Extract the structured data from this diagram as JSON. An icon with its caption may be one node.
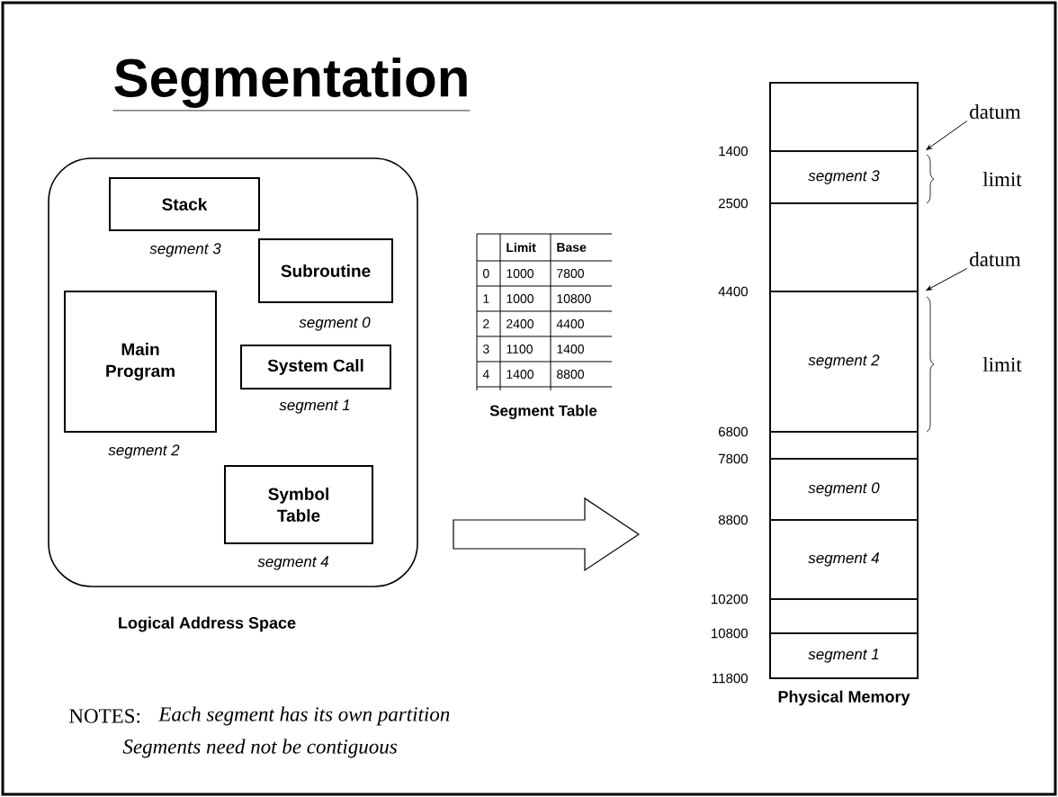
{
  "diagram": {
    "title": "Segmentation",
    "nodes": [
      {
        "text": [
          "Logical Address Space"
        ]
      },
      {
        "text": [
          "Stack"
        ],
        "in": 0,
        "beside": [
          "segment 3"
        ]
      },
      {
        "text": [
          "Subroutine"
        ],
        "in": 0,
        "beside": [
          "segment 0"
        ]
      },
      {
        "text": [
          "Main Program"
        ],
        "in": 0,
        "beside": [
          "segment 2"
        ]
      },
      {
        "text": [
          "System Call"
        ],
        "in": 0,
        "beside": [
          "segment 1"
        ]
      },
      {
        "text": [
          "Symbol Table"
        ],
        "in": 0,
        "beside": [
          "segment 4"
        ]
      },
      {
        "text": [
          "Physical Memory"
        ]
      },
      {
        "text": [],
        "shape": "box",
        "in": 6
      },
      {
        "text": [
          "segment 3"
        ],
        "in": 6
      },
      {
        "text": [],
        "shape": "box",
        "in": 6
      },
      {
        "text": [
          "segment 2"
        ],
        "in": 6
      },
      {
        "text": [],
        "shape": "box",
        "in": 6
      },
      {
        "text": [
          "segment 0"
        ],
        "in": 6
      },
      {
        "text": [
          "segment 4"
        ],
        "in": 6
      },
      {
        "text": [],
        "shape": "box",
        "in": 6
      },
      {
        "text": [
          "segment 1"
        ],
        "in": 6
      },
      {
        "text": [
          "datum"
        ]
      },
      {
        "text": [
          "datum"
        ]
      }
    ],
    "edges": [
      {
        "from": 0,
        "to": 6,
        "arrow": "to"
      },
      {
        "from": 16,
        "to": 8,
        "arrow": "to"
      },
      {
        "from": 17,
        "to": 10,
        "arrow": "to"
      }
    ],
    "labels": [
      "Limit",
      "Base",
      "0",
      "1000",
      "7800",
      "1",
      "1000",
      "10800",
      "2",
      "2400",
      "4400",
      "3",
      "1100",
      "1400",
      "4",
      "1400",
      "8800",
      "Segment Table",
      "1400",
      "2500",
      "4400",
      "6800",
      "7800",
      "8800",
      "10200",
      "10800",
      "11800",
      "limit",
      "limit",
      "NOTES:",
      "Each segment has its own partition",
      "Segments need not be contiguous"
    ]
  }
}
